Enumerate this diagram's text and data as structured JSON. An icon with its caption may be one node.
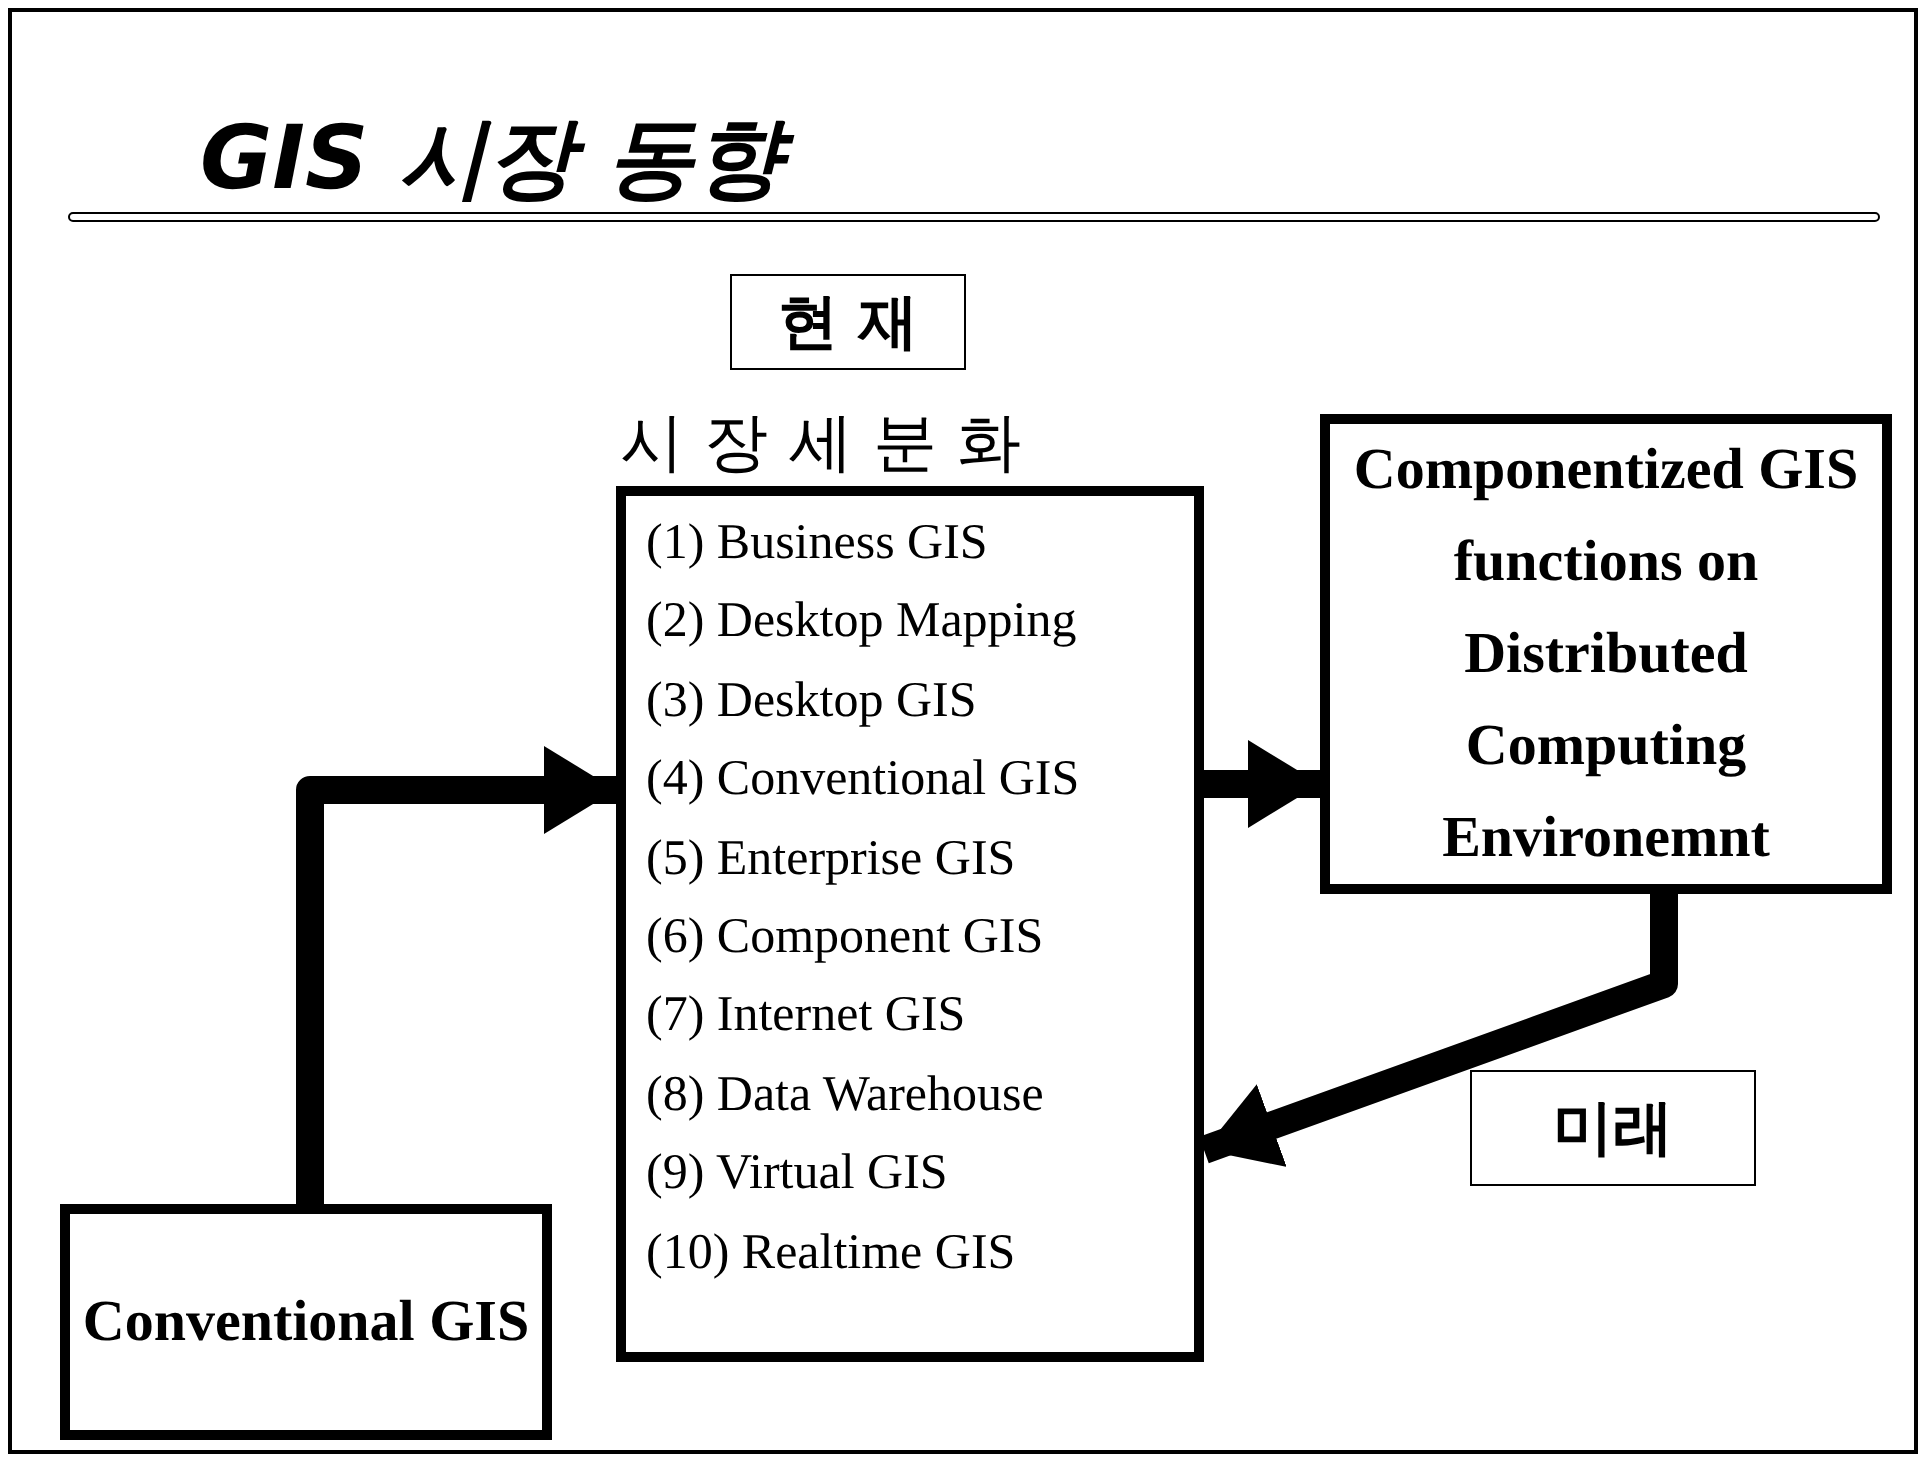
{
  "diagram": {
    "title": "GIS 시장 동향",
    "nodes": [
      {
        "text": [
          "현 재"
        ]
      },
      {
        "text": [
          "시 장 세 분 화",
          "(1) Business GIS",
          "(2) Desktop Mapping",
          "(3) Desktop GIS",
          "(4) Conventional GIS",
          "(5) Enterprise GIS",
          "(6) Component GIS",
          "(7) Internet GIS",
          "(8) Data Warehouse",
          "(9) Virtual GIS",
          "(10) Realtime GIS"
        ]
      },
      {
        "text": [
          "Componentized GIS functions on Distributed Computing Environemnt"
        ]
      },
      {
        "text": [
          "미래"
        ]
      },
      {
        "text": [
          "Conventional GIS"
        ]
      }
    ],
    "edges": [
      {
        "from": 4,
        "to": 1,
        "arrow": "to"
      },
      {
        "from": 1,
        "to": 2,
        "arrow": "to"
      },
      {
        "from": 2,
        "to": 1,
        "arrow": "to"
      }
    ]
  }
}
